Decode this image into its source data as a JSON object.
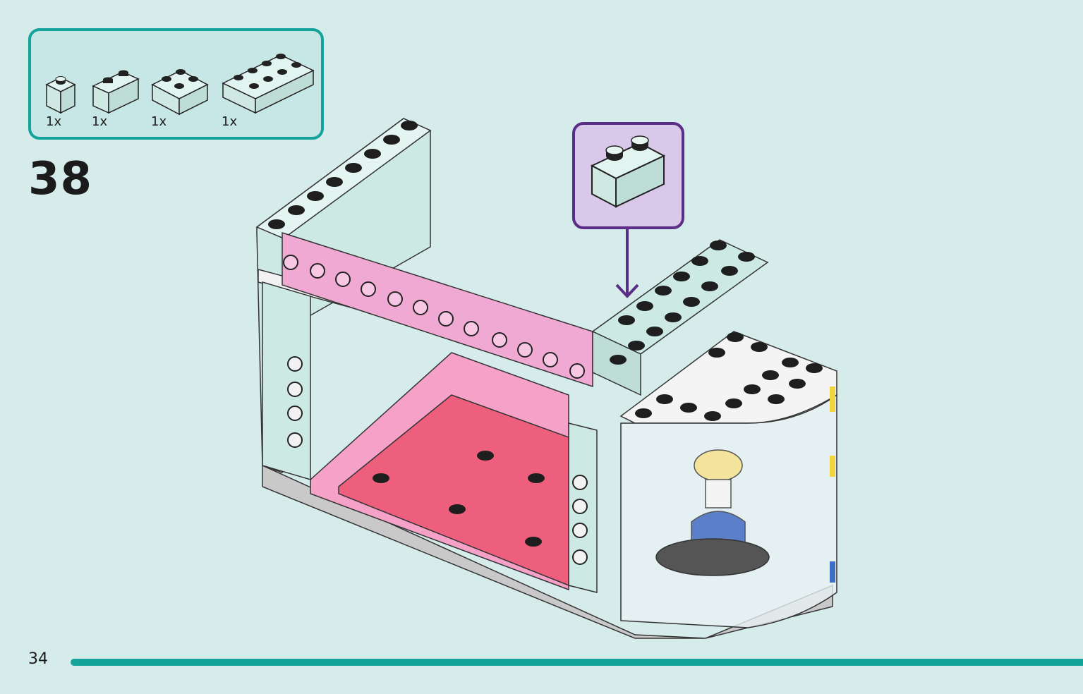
{
  "parts_list": {
    "items": [
      {
        "quantity": "1x",
        "part": "1x1 brick"
      },
      {
        "quantity": "1x",
        "part": "1x2 brick"
      },
      {
        "quantity": "1x",
        "part": "2x2 brick"
      },
      {
        "quantity": "1x",
        "part": "2x4 brick"
      }
    ],
    "brick_color": "#d2ece6"
  },
  "step": {
    "number": "38"
  },
  "callout": {
    "part": "1x2 brick",
    "border_color": "#5a2d86",
    "fill_color": "#d9c8ea"
  },
  "footer": {
    "page_number": "34",
    "accent_color": "#13a39b"
  }
}
